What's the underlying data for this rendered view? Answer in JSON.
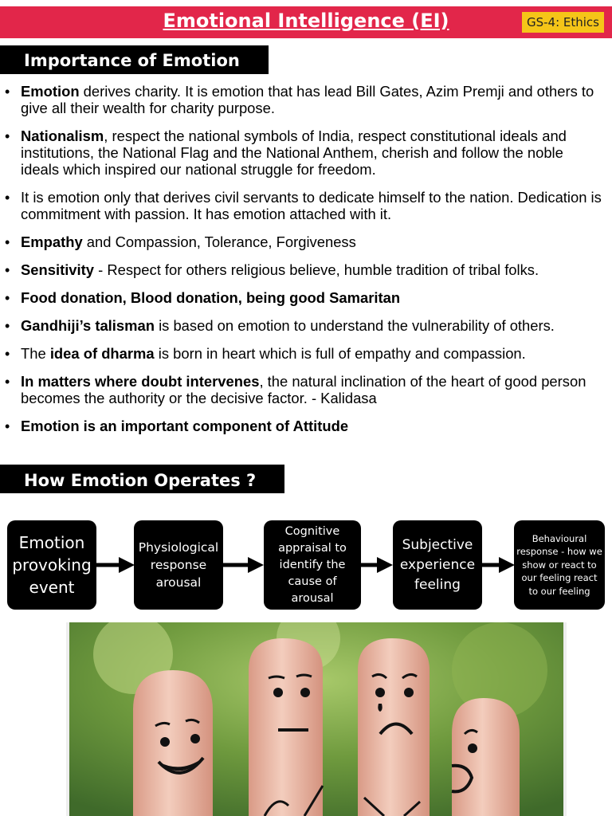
{
  "banner": {
    "title": "Emotional Intelligence (EI)",
    "tag": "GS-4: Ethics"
  },
  "section1": {
    "heading": "Importance of Emotion",
    "bullets": [
      {
        "bold": "Emotion",
        "text": " derives charity. It is emotion that has lead Bill Gates, Azim Premji and others to give all their wealth for charity purpose."
      },
      {
        "bold": "Nationalism",
        "text": ", respect the national symbols of India, respect constitutional ideals and institutions, the National Flag and the National Anthem, cherish and follow the noble ideals which inspired our national struggle for freedom."
      },
      {
        "bold": "",
        "text": "It is emotion only that derives civil servants to dedicate himself to the nation. Dedication is commitment with passion. It has emotion attached with it."
      },
      {
        "bold": "Empathy",
        "text": " and Compassion, Tolerance, Forgiveness"
      },
      {
        "bold": "Sensitivity",
        "text": " - Respect for others religious believe, humble tradition of tribal folks."
      },
      {
        "bold": "Food donation, Blood donation, being good Samaritan",
        "text": ""
      },
      {
        "bold": "Gandhiji’s talisman",
        "text": " is based on emotion to understand the vulnerability of others."
      },
      {
        "pre": "The ",
        "bold": "idea of dharma",
        "text": " is born in heart which is full of empathy and compassion."
      },
      {
        "bold": "In matters where doubt intervenes",
        "text": ", the natural inclination of the heart of good person becomes the authority or the decisive factor. - Kalidasa"
      },
      {
        "bold": "Emotion is an important component of Attitude",
        "text": ""
      }
    ]
  },
  "section2": {
    "heading": "How Emotion Operates ?",
    "steps": [
      "Emotion provoking event",
      "Physiological response arousal",
      "Cognitive appraisal to identify the cause of arousal",
      "Subjective experience feeling",
      "Behavioural response - how we show or react to our feeling react to our feeling"
    ]
  },
  "photo": {
    "faces": [
      "happy-face",
      "neutral-face",
      "sad-face",
      "surprised-face"
    ]
  }
}
